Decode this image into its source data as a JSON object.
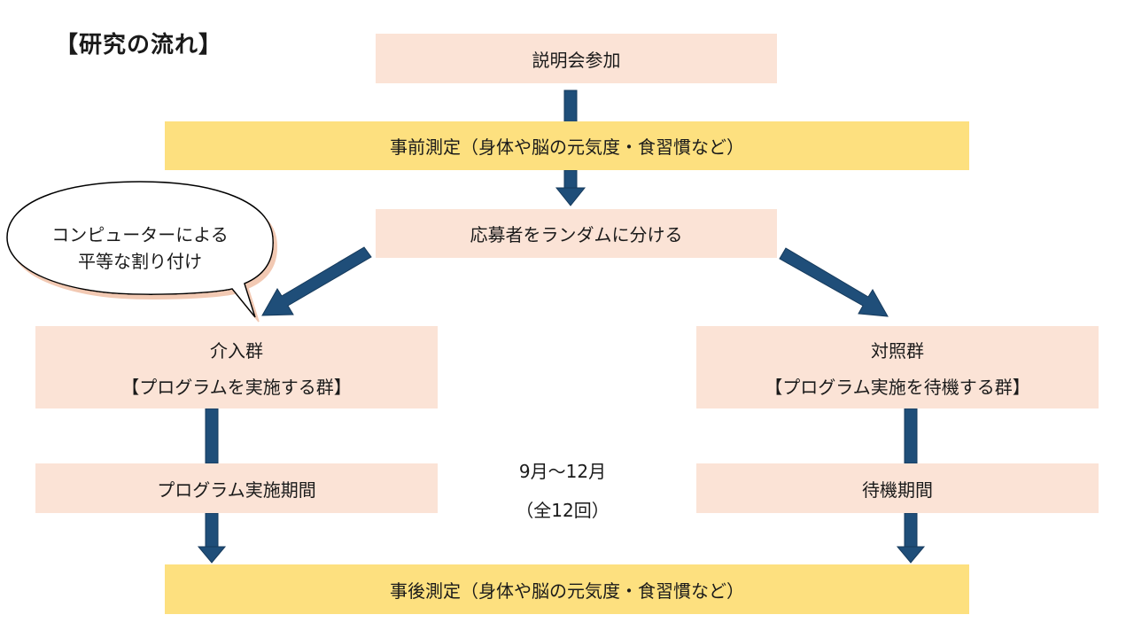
{
  "title": "【研究の流れ】",
  "steps": {
    "briefing": "説明会参加",
    "pre_measurement": "事前測定（身体や脳の元気度・食習慣など）",
    "randomize": "応募者をランダムに分ける",
    "intervention_group": {
      "name": "介入群",
      "description": "【プログラムを実施する群】",
      "period": "プログラム実施期間"
    },
    "control_group": {
      "name": "対照群",
      "description": "【プログラム実施を待機する群】",
      "period": "待機期間"
    },
    "post_measurement": "事後測定（身体や脳の元気度・食習慣など）"
  },
  "callout": {
    "line1": "コンピューターによる",
    "line2": "平等な割り付け"
  },
  "period_note": {
    "months": "9月～12月",
    "sessions": "（全12回）"
  },
  "colors": {
    "box_pink": "#fbe3d6",
    "box_yellow": "#fde07f",
    "arrow": "#1f4e79"
  }
}
